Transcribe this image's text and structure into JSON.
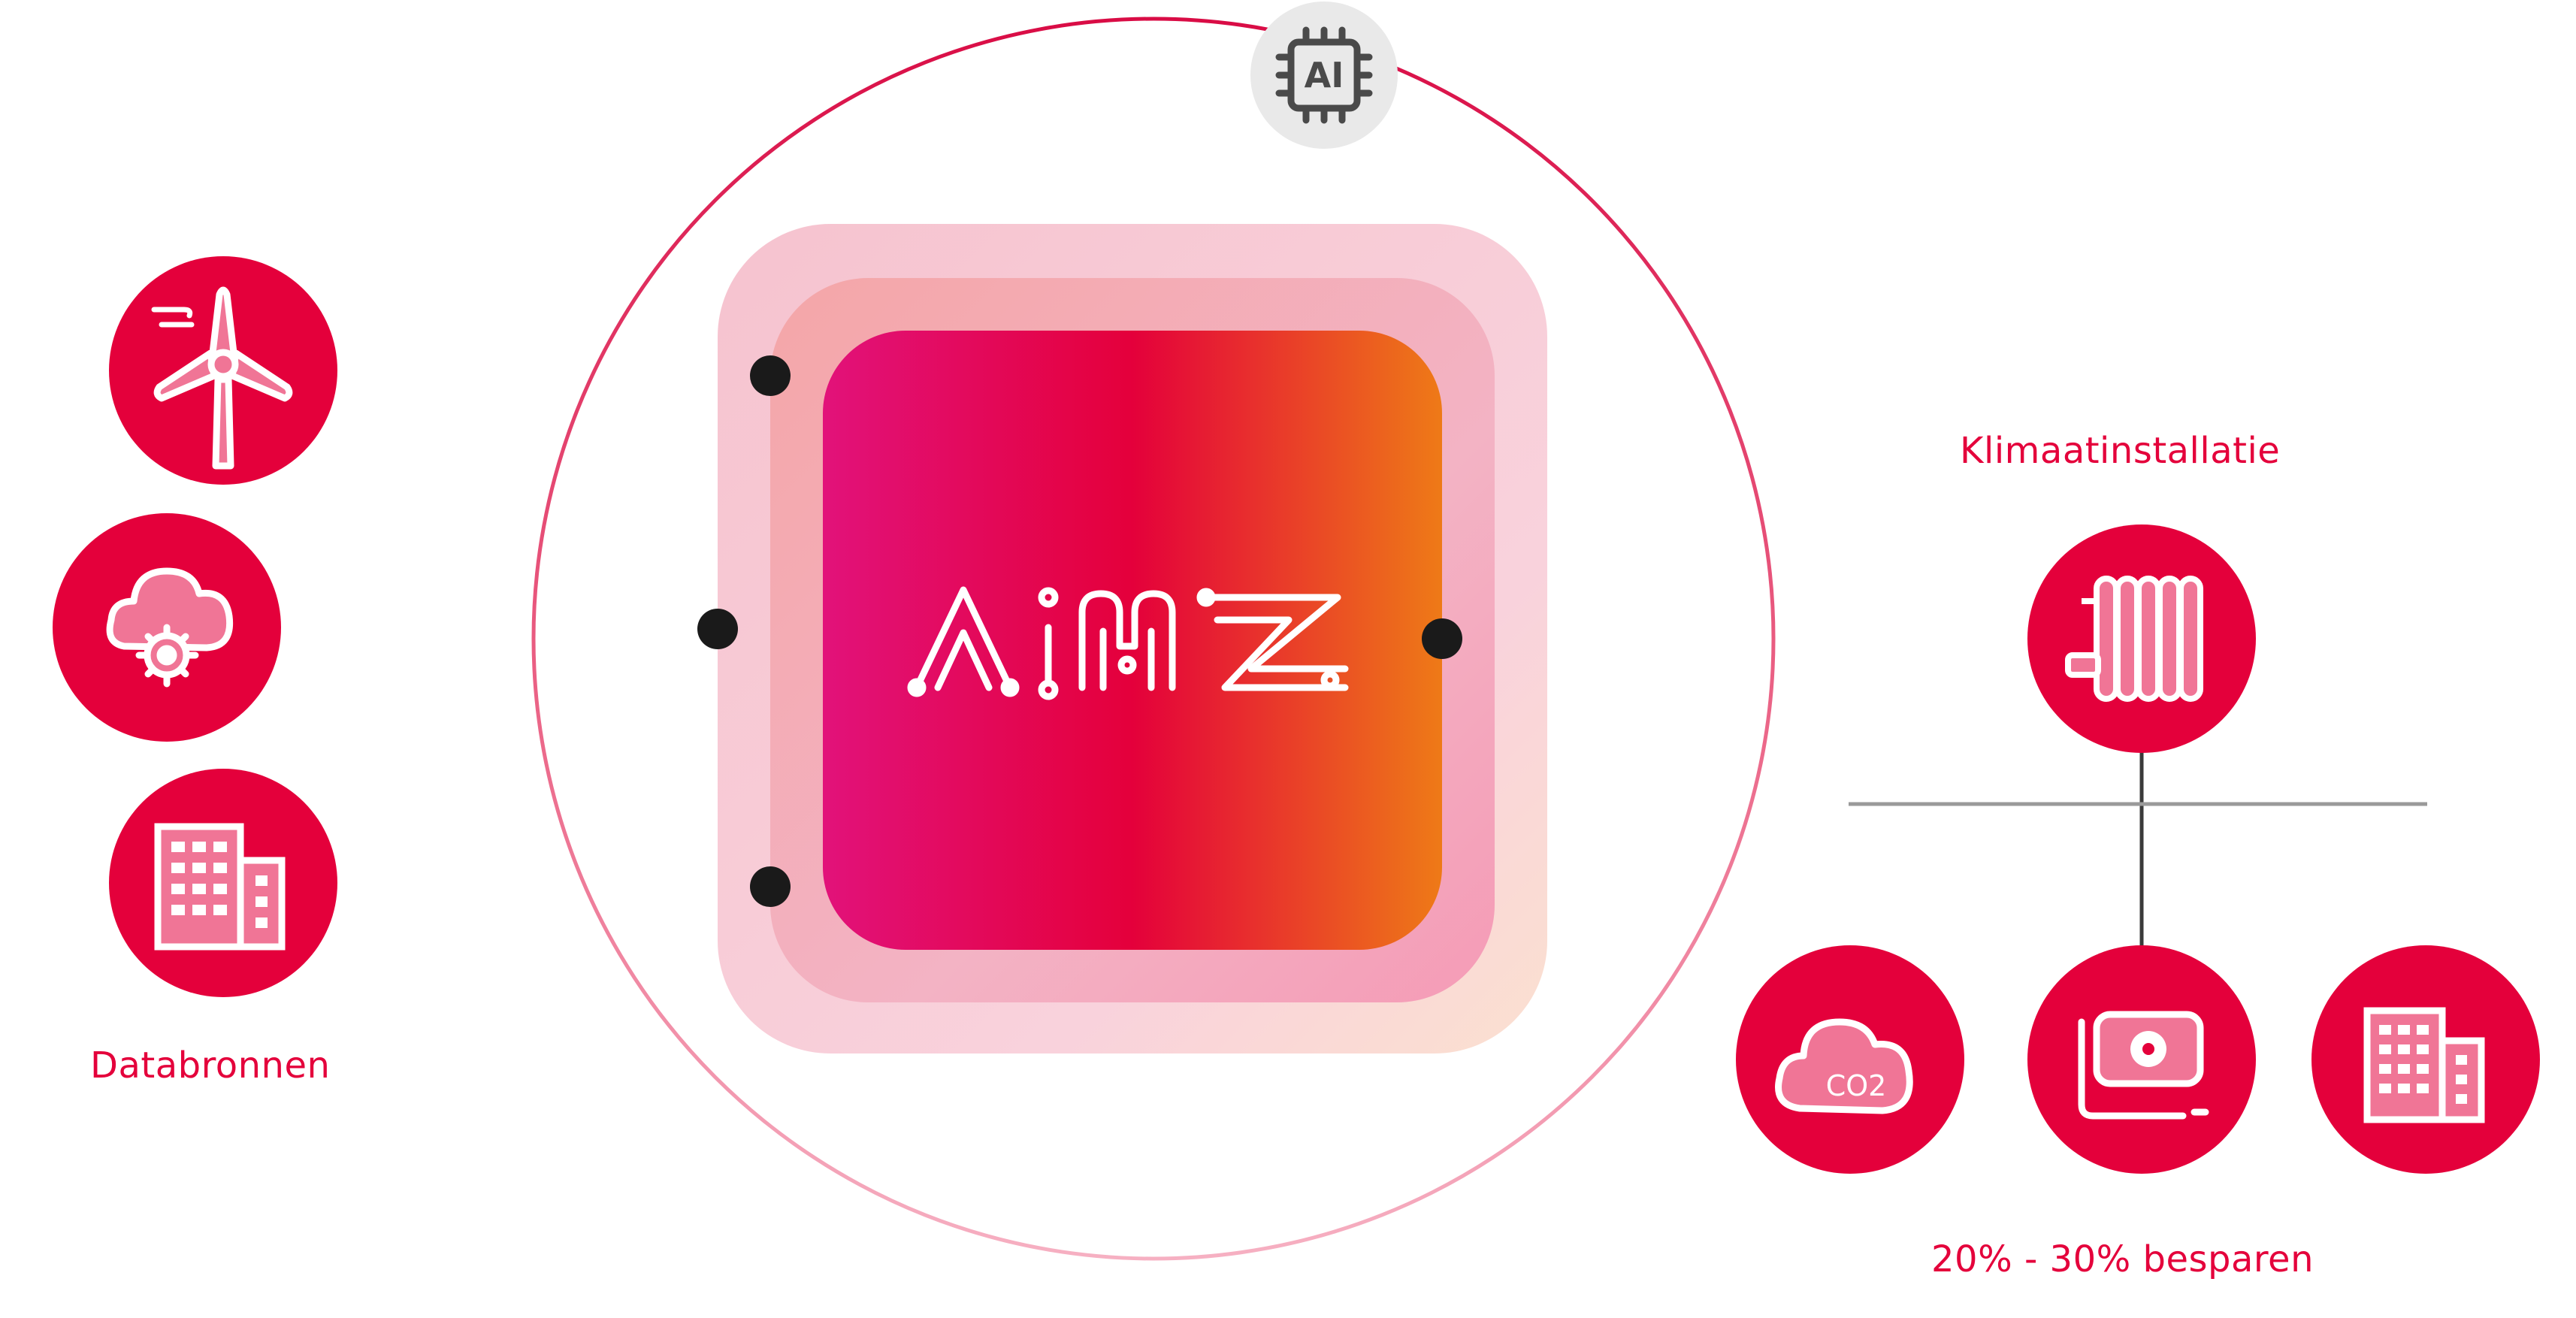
{
  "logo_text": "AIMZ",
  "ai_badge": {
    "text": "AI",
    "icon": "ai-chip-icon"
  },
  "labels": {
    "data_sources": "Databronnen",
    "climate_installation": "Klimaatinstallatie",
    "savings": "20% - 30% besparen"
  },
  "data_sources": [
    {
      "icon": "wind-turbine-icon"
    },
    {
      "icon": "weather-cloud-sun-icon"
    },
    {
      "icon": "building-icon"
    }
  ],
  "outputs": [
    {
      "icon": "co2-cloud-icon",
      "text": "CO2"
    },
    {
      "icon": "boiler-unit-icon"
    },
    {
      "icon": "building-icon"
    }
  ],
  "colors": {
    "accent": "#e4003b",
    "icon_fill": "#f07596",
    "gradient": [
      "#e2127a",
      "#e4003b",
      "#ee7a17"
    ],
    "connector": "#1a1a1a",
    "badge_bg": "#e9e9e9",
    "badge_icon": "#4a4a4a"
  }
}
